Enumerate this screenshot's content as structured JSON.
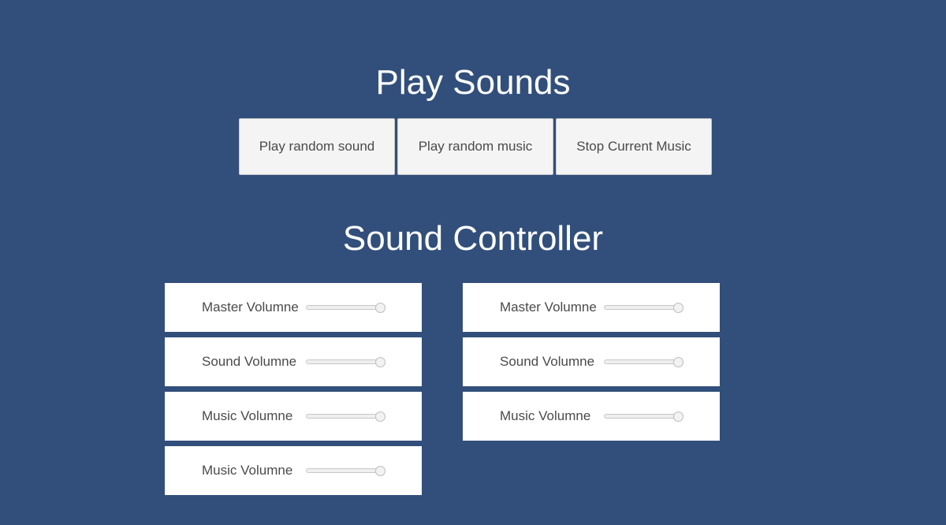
{
  "play_sounds": {
    "title": "Play Sounds",
    "buttons": [
      {
        "label": "Play random sound"
      },
      {
        "label": "Play random music"
      },
      {
        "label": "Stop Current Music"
      }
    ]
  },
  "sound_controller": {
    "title": "Sound Controller",
    "left": [
      {
        "label": "Master Volumne",
        "value": 1.0
      },
      {
        "label": "Sound Volumne",
        "value": 1.0
      },
      {
        "label": "Music Volumne",
        "value": 1.0
      },
      {
        "label": "Music Volumne",
        "value": 1.0
      }
    ],
    "right": [
      {
        "label": "Master Volumne",
        "value": 1.0
      },
      {
        "label": "Sound Volumne",
        "value": 1.0
      },
      {
        "label": "Music Volumne",
        "value": 1.0
      }
    ]
  },
  "colors": {
    "background": "#324f7b",
    "button": "#f4f4f4",
    "panel": "#ffffff"
  }
}
